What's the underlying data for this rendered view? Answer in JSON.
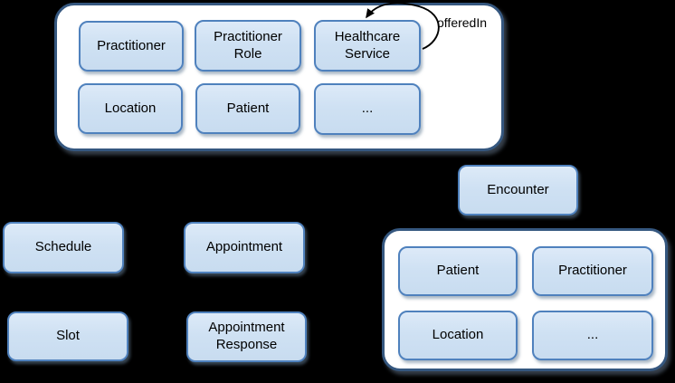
{
  "colors": {
    "background": "#000000",
    "container_fill": "#ffffff",
    "container_border": "#35577f",
    "box_fill": "#cfe1f3",
    "box_border": "#4f81bd",
    "label_text": "#000000",
    "arrow": "#000000"
  },
  "top_container": {
    "boxes": [
      {
        "label": "Practitioner"
      },
      {
        "label": "Practitioner Role"
      },
      {
        "label": "Healthcare Service"
      },
      {
        "label": "Location"
      },
      {
        "label": "Patient"
      },
      {
        "label": "..."
      }
    ],
    "self_loop": {
      "label": "offeredIn"
    }
  },
  "standalone": {
    "encounter": {
      "label": "Encounter"
    },
    "schedule": {
      "label": "Schedule"
    },
    "appointment": {
      "label": "Appointment"
    },
    "slot": {
      "label": "Slot"
    },
    "appointment_response": {
      "label": "Appointment Response"
    }
  },
  "encounter_container": {
    "boxes": [
      {
        "label": "Patient"
      },
      {
        "label": "Practitioner"
      },
      {
        "label": "Location"
      },
      {
        "label": "..."
      }
    ]
  }
}
